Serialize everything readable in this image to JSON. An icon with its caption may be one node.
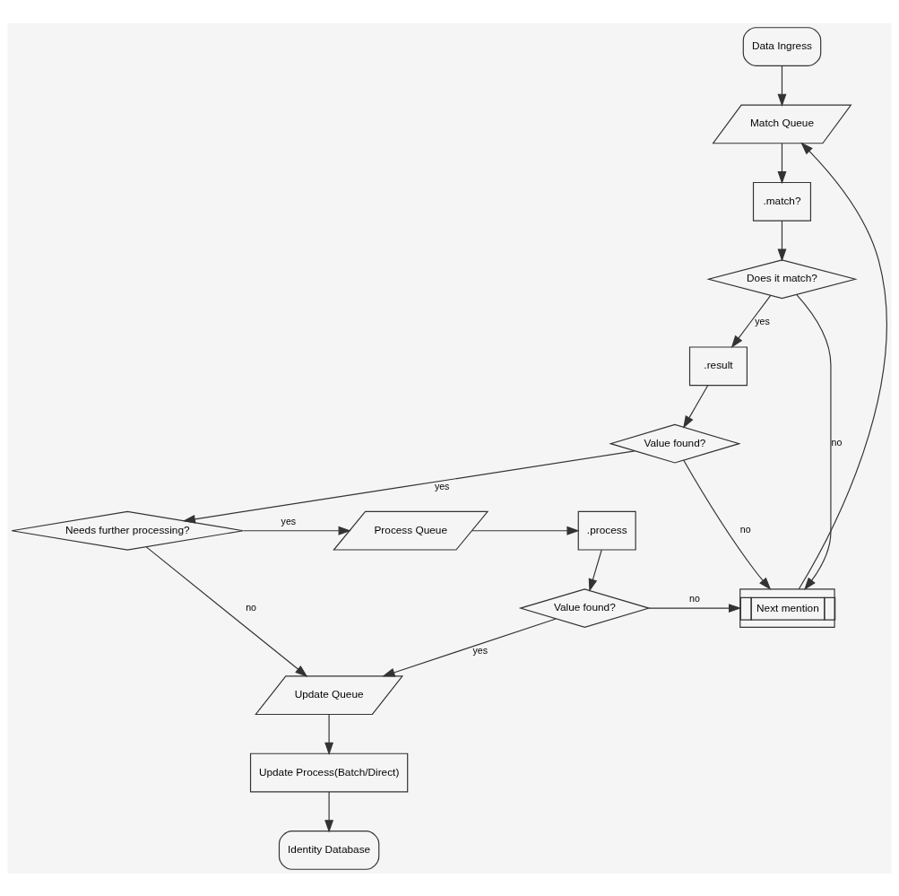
{
  "diagram": {
    "nodes": [
      {
        "text": [
          "Data Ingress"
        ]
      },
      {
        "text": [
          "Match Queue"
        ]
      },
      {
        "text": [
          ".match?"
        ]
      },
      {
        "text": [
          "Does it match?"
        ]
      },
      {
        "text": [
          ".result"
        ]
      },
      {
        "text": [
          "Value found?"
        ]
      },
      {
        "text": [
          "Needs further processing?"
        ]
      },
      {
        "text": [
          "Process Queue"
        ]
      },
      {
        "text": [
          ".process"
        ]
      },
      {
        "text": [
          "Value found?"
        ]
      },
      {
        "text": [
          "Next mention"
        ]
      },
      {
        "text": [
          "Update Queue"
        ]
      },
      {
        "text": [
          "Update Process(Batch/Direct)"
        ]
      },
      {
        "text": [
          "Identity Database"
        ]
      }
    ],
    "edges": [
      {
        "from": 0,
        "to": 1,
        "arrow": "to"
      },
      {
        "from": 1,
        "to": 2,
        "arrow": "to"
      },
      {
        "from": 2,
        "to": 3,
        "arrow": "to"
      },
      {
        "from": 3,
        "to": 4,
        "arrow": "to",
        "label": "yes"
      },
      {
        "from": 3,
        "to": 10,
        "arrow": "to",
        "label": "no"
      },
      {
        "from": 4,
        "to": 5,
        "arrow": "to"
      },
      {
        "from": 5,
        "to": 6,
        "arrow": "to",
        "label": "yes"
      },
      {
        "from": 5,
        "to": 10,
        "arrow": "to",
        "label": "no"
      },
      {
        "from": 6,
        "to": 7,
        "arrow": "to",
        "label": "yes"
      },
      {
        "from": 7,
        "to": 8,
        "arrow": "to"
      },
      {
        "from": 8,
        "to": 9,
        "arrow": "to"
      },
      {
        "from": 9,
        "to": 10,
        "arrow": "to",
        "label": "no"
      },
      {
        "from": 9,
        "to": 11,
        "arrow": "to",
        "label": "yes"
      },
      {
        "from": 6,
        "to": 11,
        "arrow": "to",
        "label": "no"
      },
      {
        "from": 11,
        "to": 12,
        "arrow": "to"
      },
      {
        "from": 12,
        "to": 13,
        "arrow": "to"
      },
      {
        "from": 10,
        "to": 1,
        "arrow": "to"
      }
    ]
  }
}
